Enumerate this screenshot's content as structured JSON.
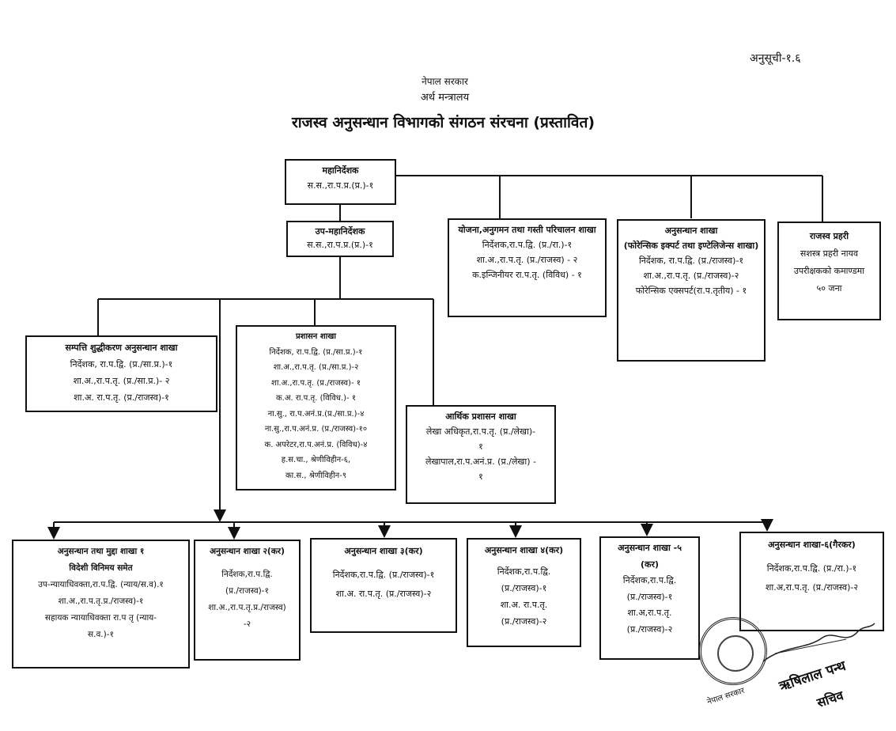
{
  "annex": "अनुसूची-१.६",
  "header": {
    "government": "नेपाल सरकार",
    "ministry": "अर्थ मन्त्रालय",
    "title": "राजस्व अनुसन्धान विभागको संगठन संरचना (प्रस्तावित)"
  },
  "boxes": {
    "director_general": {
      "title": "महानिर्देशक",
      "lines": [
        "स.स.,रा.प.प्र.(प्र.)-१"
      ]
    },
    "deputy_director_general": {
      "title": "उप-महानिर्देशक",
      "lines": [
        "स.स.,रा.प.प्र.(प्र.)-१"
      ]
    },
    "planning": {
      "title": "योजना,अनुगमन तथा गस्ती परिचालन शाखा",
      "lines": [
        "निर्देशक,रा.प.द्वि. (प्र./रा.)-१",
        "शा.अ.,रा.प.तृ. (प्र./राजस्व) - २",
        "क.इन्जिनीयर रा.प.तृ. (विविध) - १"
      ]
    },
    "investigation_forensic": {
      "title": "अनुसन्धान शाखा",
      "subtitle": "(फोरेन्सिक इक्पर्ट तथा इण्टेलिजेन्स शाखा)",
      "lines": [
        "निर्देशक, रा.प.द्वि. (प्र./राजस्व)-१",
        "शा.अ.,रा.प.तृ. (प्र./राजस्व)-२",
        "फोरेन्सिक एक्सपर्ट(रा.प.तृतीय) - १"
      ]
    },
    "revenue_guard": {
      "title": "राजस्व प्रहरी",
      "lines": [
        "सशस्त्र प्रहरी नायव",
        "उपरीक्षकको कमाण्डमा",
        "५० जना"
      ]
    },
    "asset_laundering": {
      "title": "सम्पत्ति शुद्धीकरण अनुसन्धान शाखा",
      "lines": [
        "निर्देशक, रा.प.द्वि. (प्र./सा.प्र.)-१",
        "शा.अ.,रा.प.तृ. (प्र./सा.प्र.)- २",
        "शा.अ. रा.प.तृ. (प्र./राजस्व)-१"
      ]
    },
    "administration": {
      "title": "प्रशासन शाखा",
      "lines": [
        "निर्देशक, रा.प.द्वि. (प्र./सा.प्र.)-१",
        "शा.अ.,रा.प.तृ. (प्र./सा.प्र.)-२",
        "शा.अ.,रा.प.तृ. (प्र./राजस्व)- १",
        "क.अ. रा.प.तृ. (विविध.)- १",
        "ना.सु., रा.प.अनं.प्र.(प्र./सा.प्र.)-४",
        "ना.सु.,रा.प.अनं.प्र. (प्र./राजस्व)-१०",
        "क. अपरेटर,रा.प.अनं.प्र. (विविध)-४",
        "ह.स.चा., श्रेणीविहीन-६,",
        "का.स., श्रेणीविहीन-९"
      ]
    },
    "financial_admin": {
      "title": "आर्थिक प्रशासन शाखा",
      "lines": [
        "लेखा अधिकृत,रा.प.तृ. (प्र./लेखा)-",
        "१",
        "लेखापाल,रा.प.अनं.प्र. (प्र./लेखा) -",
        "१"
      ]
    },
    "branch_1": {
      "title": "अनुसन्धान तथा मुद्दा शाखा १",
      "subtitle": "विदेशी विनिमय समेत",
      "lines": [
        "उप-न्यायाधिवक्ता,रा.प.द्वि. (न्याय/स.व).१",
        "शा.अ.,रा.प.तृ.प्र./राजस्व)-१",
        "सहायक न्यायाधिवक्ता रा.प तृ (न्याय-",
        "स.व.)-१"
      ]
    },
    "branch_2": {
      "title": "अनुसन्धान शाखा २(कर)",
      "lines": [
        "निर्देशक,रा.प.द्वि.",
        "(प्र./राजस्व)-१",
        "शा.अ.,रा.प.तृ.प्र./राजस्व)",
        "-२"
      ]
    },
    "branch_3": {
      "title": "अनुसन्धान शाखा ३(कर)",
      "lines": [
        "निर्देशक,रा.प.द्वि. (प्र./राजस्व)-१",
        "शा.अ. रा.प.तृ. (प्र./राजस्व)-२"
      ]
    },
    "branch_4": {
      "title": "अनुसन्धान शाखा ४(कर)",
      "lines": [
        "निर्देशक,रा.प.द्वि.",
        "(प्र./राजस्व)-१",
        "शा.अ. रा.प.तृ.",
        "(प्र./राजस्व)-२"
      ]
    },
    "branch_5": {
      "title": "अनुसन्धान शाखा -५",
      "subtitle": "(कर)",
      "lines": [
        "निर्देशक,रा.प.द्वि.",
        "(प्र./राजस्व)-१",
        "शा.अ,रा.प.तृ.",
        "(प्र./राजस्व)-२"
      ]
    },
    "branch_6": {
      "title": "अनुसन्धान शाखा-६(गैरकर)",
      "lines": [
        "निर्देशक,रा.प.द्वि. (प्र./रा.)-१",
        "शा.अ,रा.प.तृ. (प्र./राजस्व)-२"
      ]
    }
  },
  "stamp": {
    "signature_name": "ऋषिलाल पन्थ",
    "signature_title": "सचिव",
    "seal_text": "नेपाल सरकार"
  }
}
